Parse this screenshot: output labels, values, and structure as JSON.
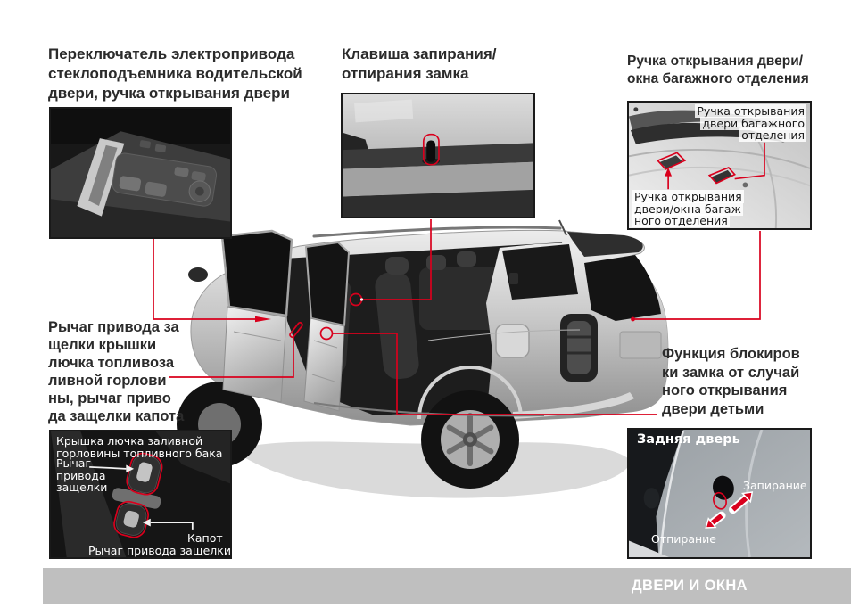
{
  "colors": {
    "accent_red": "#d9001d",
    "footer_bg": "#bfbfbf",
    "heading_color": "#2b2b2b"
  },
  "footer": {
    "title": "ДВЕРИ И ОКНА"
  },
  "headings": {
    "window_switch": [
      "Переключатель электропривода",
      "стеклоподъемника водительской",
      "двери, ручка открывания двери"
    ],
    "lock_key": [
      "Клавиша запирания/",
      "отпирания замка"
    ],
    "tailgate": [
      "Ручка открывания двери/",
      "окна багажного отделения"
    ],
    "fuel_hood": [
      "Рычаг привода за",
      "щелки крышки",
      "лючка топливоза",
      "ливной горлови",
      "ны, рычаг приво",
      "да защелки капота"
    ],
    "childlock": [
      "Функция блокиров",
      "ки замка от случай",
      "ного открывания",
      "двери детьми"
    ]
  },
  "insets": {
    "tailgate": {
      "label_top": [
        "Ручка открывания",
        "двери багажного",
        "отделения"
      ],
      "label_bottom": [
        "Ручка открывания",
        "двери/окна багаж",
        "ного отделения"
      ]
    },
    "levers": {
      "label_fuel": [
        "Крышка лючка заливной",
        "горловины топливного бака"
      ],
      "label_lever": [
        "Рычаг",
        "привода",
        "защелки"
      ],
      "label_hood": "Капот",
      "label_hood_lever": "Рычаг привода защелки"
    },
    "childlock": {
      "title": "Задняя дверь",
      "lock": "Запирание",
      "unlock": "Отпирание"
    }
  }
}
